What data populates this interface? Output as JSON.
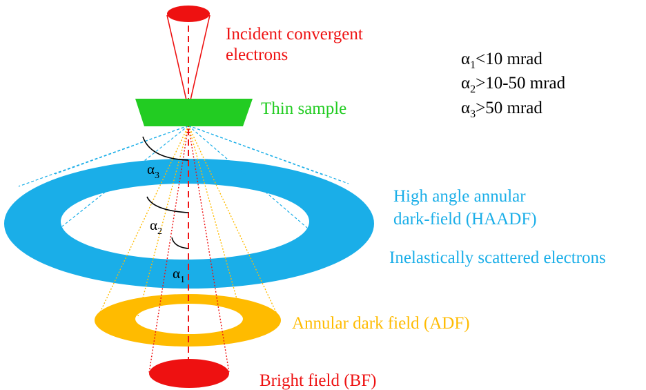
{
  "labels": {
    "incident_line1": "Incident convergent",
    "incident_line2": "electrons",
    "thin_sample": "Thin sample",
    "haadf_line1": "High angle annular",
    "haadf_line2": "dark-field (HAADF)",
    "inelastic": "Inelastically scattered electrons",
    "adf": "Annular dark field (ADF)",
    "bf": "Bright field (BF)"
  },
  "angle_key": [
    {
      "symbol": "α",
      "sub": "1",
      "text": "<10 mrad"
    },
    {
      "symbol": "α",
      "sub": "2",
      "text": ">10-50 mrad"
    },
    {
      "symbol": "α",
      "sub": "3",
      "text": ">50 mrad"
    }
  ],
  "angle_marks": [
    {
      "symbol": "α",
      "sub": "3"
    },
    {
      "symbol": "α",
      "sub": "2"
    },
    {
      "symbol": "α",
      "sub": "1"
    }
  ],
  "colors": {
    "red": "#ee1111",
    "green": "#22cc22",
    "blue": "#1aaee8",
    "orange": "#ffbb00",
    "black": "#000000"
  }
}
